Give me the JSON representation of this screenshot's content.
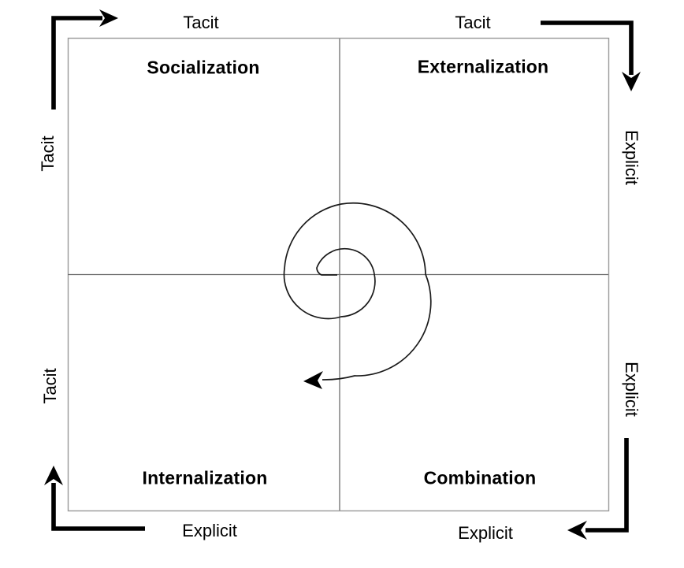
{
  "diagram": {
    "quadrants": {
      "top_left": "Socialization",
      "top_right": "Externalization",
      "bottom_left": "Internalization",
      "bottom_right": "Combination"
    },
    "edge_labels": {
      "top_left": "Tacit",
      "top_right": "Tacit",
      "bottom_left": "Explicit",
      "bottom_right": "Explicit",
      "left_upper": "Tacit",
      "left_lower": "Tacit",
      "right_upper": "Explicit",
      "right_lower": "Explicit"
    },
    "colors": {
      "ink": "#000000",
      "axis": "#6e6e6e",
      "frame": "#9a9a9a",
      "background": "#ffffff"
    }
  }
}
